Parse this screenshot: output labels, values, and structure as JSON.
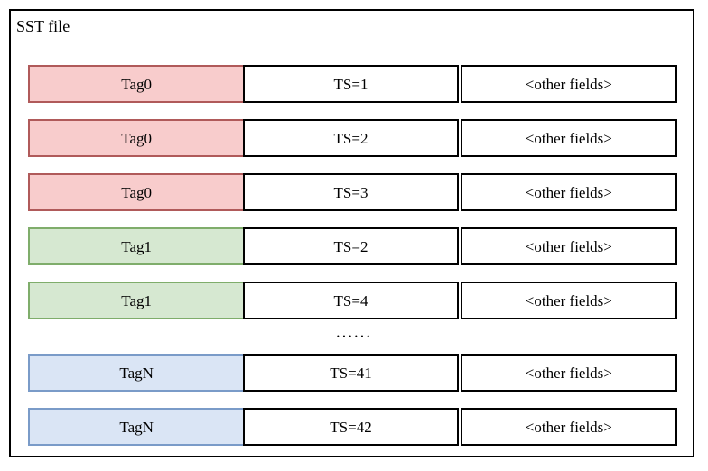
{
  "diagram": {
    "title": "SST file",
    "frame_border_color": "#000000",
    "background_color": "#ffffff",
    "columns": [
      "tag",
      "timestamp",
      "other"
    ],
    "palette": {
      "red_fill": "#f8cccc",
      "red_border": "#b05a5a",
      "green_fill": "#d6e8d1",
      "green_border": "#7fad6b",
      "blue_fill": "#dae5f5",
      "blue_border": "#7a9bc8"
    },
    "ellipsis": "······",
    "rows": [
      {
        "tag": "Tag0",
        "timestamp": "TS=1",
        "other": "<other fields>",
        "color": "red"
      },
      {
        "tag": "Tag0",
        "timestamp": "TS=2",
        "other": "<other fields>",
        "color": "red"
      },
      {
        "tag": "Tag0",
        "timestamp": "TS=3",
        "other": "<other fields>",
        "color": "red"
      },
      {
        "tag": "Tag1",
        "timestamp": "TS=2",
        "other": "<other fields>",
        "color": "green"
      },
      {
        "tag": "Tag1",
        "timestamp": "TS=4",
        "other": "<other fields>",
        "color": "green"
      },
      {
        "tag": "TagN",
        "timestamp": "TS=41",
        "other": "<other fields>",
        "color": "blue"
      },
      {
        "tag": "TagN",
        "timestamp": "TS=42",
        "other": "<other fields>",
        "color": "blue"
      }
    ]
  }
}
